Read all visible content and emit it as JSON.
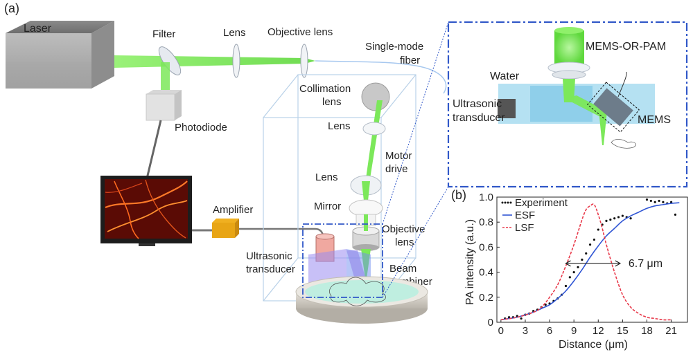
{
  "panel_a": {
    "tag": "(a)",
    "labels": {
      "laser": "Laser",
      "filter": "Filter",
      "lens1": "Lens",
      "objective_lens": "Objective lens",
      "fiber_1": "Single-mode",
      "fiber_2": "fiber",
      "collimation_1": "Collimation",
      "collimation_2": "lens",
      "lens2": "Lens",
      "photodiode": "Photodiode",
      "motor_1": "Motor",
      "motor_2": "drive",
      "lens3": "Lens",
      "mirror": "Mirror",
      "amplifier": "Amplifier",
      "objective_1": "Objective",
      "objective_2": "lens",
      "transducer_1": "Ultrasonic",
      "transducer_2": "transducer",
      "beam_1": "Beam",
      "beam_2": "combiner"
    },
    "inset": {
      "title": "MEMS-OR-PAM",
      "water": "Water",
      "transducer_1": "Ultrasonic",
      "transducer_2": "transducer",
      "mems": "MEMS"
    }
  },
  "colors": {
    "laser_green": "#7CE85A",
    "inset_border": "#3057C8",
    "esf": "#2F55D4",
    "lsf": "#E8394A",
    "experiment": "#111111",
    "water": "#A8DCF0"
  },
  "chart_data": {
    "type": "line",
    "panel_tag": "(b)",
    "xlabel": "Distance (μm)",
    "ylabel": "PA intensity (a.u.)",
    "xlim": [
      -0.5,
      23
    ],
    "ylim": [
      0,
      1.0
    ],
    "x_ticks": [
      0,
      3,
      6,
      9,
      12,
      15,
      18,
      21
    ],
    "y_ticks": [
      0,
      0.2,
      0.4,
      0.6,
      0.8,
      1.0
    ],
    "y_tick_labels": [
      "0",
      "0.2",
      "0.4",
      "0.6",
      "0.8",
      "1.0"
    ],
    "legend": [
      "Experiment",
      "ESF",
      "LSF"
    ],
    "annotation": "6.7 μm",
    "fwhm_range": [
      8.0,
      14.7
    ],
    "fwhm_level": 0.47,
    "series": [
      {
        "name": "Experiment",
        "style": "dots",
        "x": [
          0.5,
          1.0,
          1.5,
          2.0,
          2.5,
          3.0,
          3.5,
          4.0,
          4.5,
          5.0,
          5.5,
          6.0,
          6.5,
          7.0,
          7.5,
          8.0,
          8.5,
          9.0,
          9.5,
          10.0,
          10.5,
          11.0,
          11.5,
          12.0,
          12.5,
          13.0,
          13.5,
          14.0,
          14.5,
          15.0,
          15.5,
          16.0,
          18.0,
          18.5,
          19.0,
          19.5,
          20.0,
          20.5,
          21.0,
          21.5
        ],
        "y": [
          0.03,
          0.04,
          0.04,
          0.05,
          0.03,
          0.06,
          0.07,
          0.09,
          0.1,
          0.12,
          0.14,
          0.15,
          0.17,
          0.19,
          0.22,
          0.29,
          0.36,
          0.4,
          0.44,
          0.5,
          0.55,
          0.62,
          0.66,
          0.74,
          0.78,
          0.81,
          0.82,
          0.83,
          0.84,
          0.85,
          0.84,
          0.83,
          0.98,
          0.97,
          0.96,
          0.97,
          0.96,
          0.95,
          0.96,
          0.86
        ]
      },
      {
        "name": "ESF",
        "style": "solid",
        "x": [
          0,
          1,
          2,
          3,
          4,
          5,
          6,
          7,
          8,
          9,
          10,
          11,
          12,
          13,
          14,
          15,
          16,
          17,
          18,
          19,
          20,
          21,
          22
        ],
        "y": [
          0.02,
          0.03,
          0.04,
          0.06,
          0.08,
          0.11,
          0.14,
          0.19,
          0.25,
          0.33,
          0.42,
          0.52,
          0.61,
          0.69,
          0.75,
          0.81,
          0.85,
          0.88,
          0.91,
          0.93,
          0.94,
          0.95,
          0.955
        ]
      },
      {
        "name": "LSF",
        "style": "dashed",
        "x": [
          0,
          2,
          4,
          5,
          6,
          7,
          8,
          9,
          10,
          10.5,
          11,
          11.5,
          12,
          12.5,
          13,
          14,
          15,
          16,
          17,
          18,
          19,
          20,
          21
        ],
        "y": [
          0.02,
          0.04,
          0.08,
          0.12,
          0.2,
          0.3,
          0.45,
          0.62,
          0.82,
          0.9,
          0.93,
          0.94,
          0.86,
          0.75,
          0.62,
          0.4,
          0.22,
          0.12,
          0.07,
          0.04,
          0.03,
          0.02,
          0.02
        ]
      }
    ]
  }
}
